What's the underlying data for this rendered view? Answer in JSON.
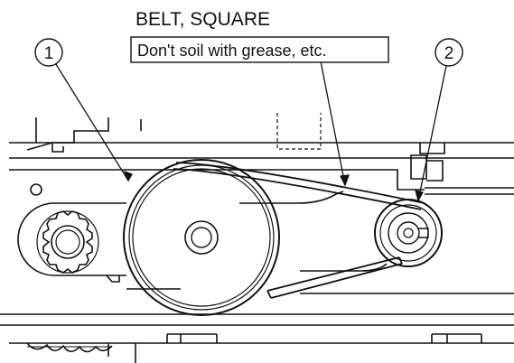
{
  "title": "BELT, SQUARE",
  "note": "Don't soil with grease, etc.",
  "callouts": [
    {
      "number": "1"
    },
    {
      "number": "2"
    }
  ],
  "colors": {
    "ink": "#111111",
    "paper": "#ffffff"
  }
}
